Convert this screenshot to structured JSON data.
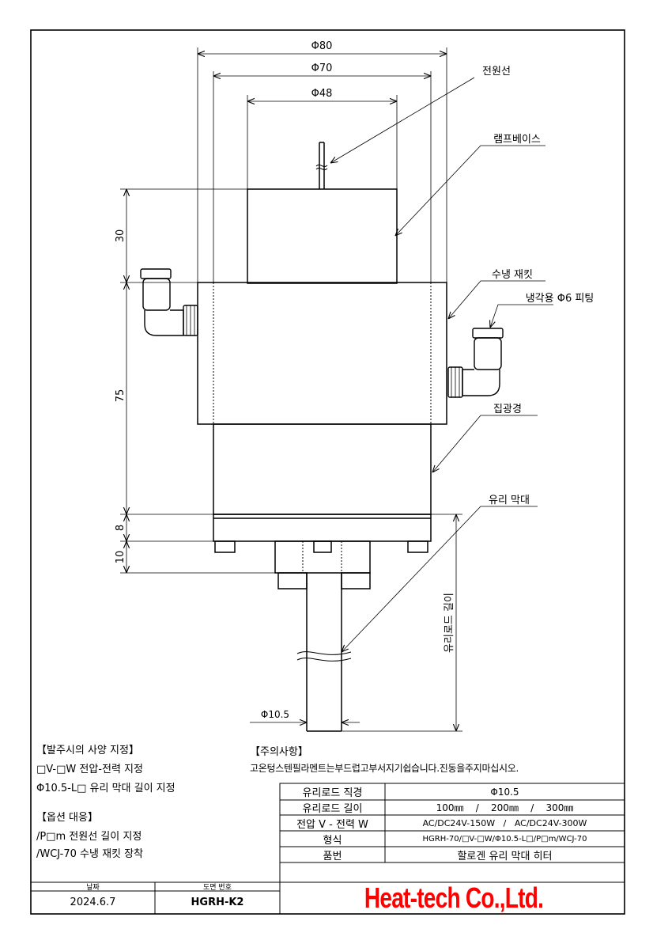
{
  "dimensions": {
    "phi80": "Φ80",
    "phi70": "Φ70",
    "phi48": "Φ48",
    "h30": "30",
    "h75": "75",
    "h8": "8",
    "h10": "10",
    "rod_dia": "Φ10.5",
    "rod_length": "유리로드 길이"
  },
  "callouts": {
    "power_wire": "전원선",
    "lamp_base": "램프베이스",
    "water_jacket": "수냉 재킷",
    "cooling_fitting": "냉각용 Φ6 피팅",
    "reflector": "집광경",
    "glass_rod": "유리 막대"
  },
  "order_spec": {
    "title": "【발주시의 사양 지정】",
    "line1": "□V-□W 전압-전력 지정",
    "line2": "Φ10.5-L□ 유리 막대 길이 지정"
  },
  "options": {
    "title": "【옵션 대응】",
    "line1": "/P□m 전원선 길이 지정",
    "line2": "/WCJ-70 수냉 재킷 장착"
  },
  "caution": {
    "title": "【주의사항】",
    "text": "고온텅스텐필라멘트는부드럽고부서지기쉽습니다.진동을주지마십시오."
  },
  "spec_table": {
    "rows": [
      {
        "label": "유리로드 직경",
        "value": "Φ10.5"
      },
      {
        "label": "유리로드 길이",
        "value": "100㎜    /    200㎜    /    300㎜"
      },
      {
        "label": "전압 V - 전력 W",
        "value": "AC/DC24V-150W   /   AC/DC24V-300W"
      },
      {
        "label": "형식",
        "value": "HGRH-70/□V-□W/Φ10.5-L□/P□m/WCJ-70"
      },
      {
        "label": "품번",
        "value": "할로겐 유리 막대 히터"
      }
    ]
  },
  "title_block": {
    "date_label": "날짜",
    "drawing_no_label": "도면 번호",
    "date": "2024.6.7",
    "drawing_no": "HGRH-K2"
  },
  "brand": "Heat-tech Co.,Ltd."
}
